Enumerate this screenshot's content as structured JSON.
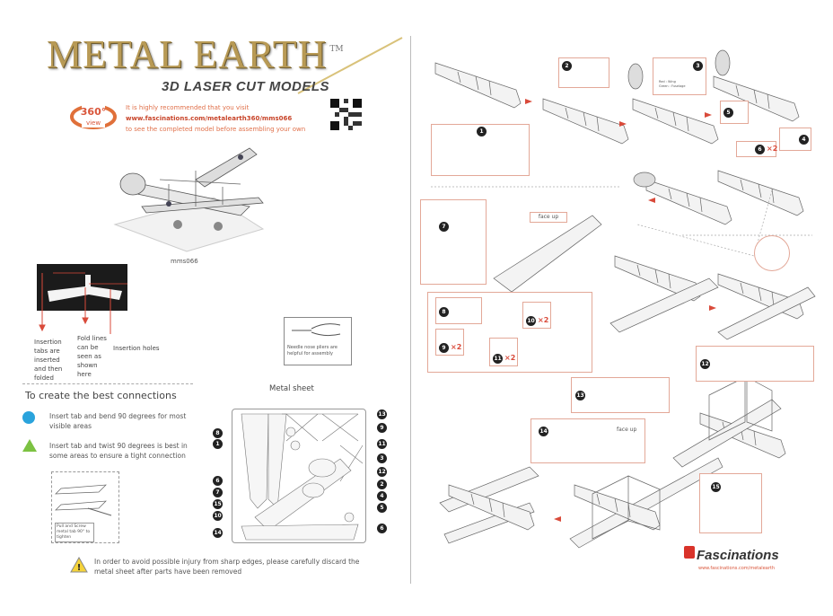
{
  "header": {
    "brand": "METAL EARTH",
    "trademark": "TM",
    "tagline": "3D LASER CUT MODELS",
    "view_badge": "360° view",
    "visit_line1": "It is highly recommended that you visit",
    "visit_url": "www.fascinations.com/metalearth360/mms066",
    "visit_line3": "to see the completed model before assembling your own"
  },
  "model_code": "mms066",
  "tips": {
    "tabs": "Insertion tabs are inserted and then folded",
    "fold": "Fold lines can be seen as shown here",
    "holes": "Insertion holes",
    "pliers": "Needle nose pliers are helpful for assembly"
  },
  "connections": {
    "title": "To create the best connections",
    "blue": "Insert tab and bend 90 degrees for most visible areas",
    "green": "Insert tab and twist 90 degrees is best in some areas to ensure a tight connection",
    "twist_note": "Pull and Screw metal tab 90° to tighten",
    "colors": {
      "blue": "#2aa3dc",
      "green": "#7cc242"
    }
  },
  "metal_sheet": {
    "title": "Metal sheet",
    "left_parts": [
      "8",
      "1",
      "6",
      "7",
      "15",
      "10",
      "14"
    ],
    "right_parts": [
      "13",
      "9",
      "11",
      "3",
      "12",
      "2",
      "4",
      "5",
      "6"
    ]
  },
  "warning": "In order to avoid possible injury from sharp edges, please carefully discard the metal sheet after parts have been removed",
  "steps": {
    "legend_red": "Red : Wing",
    "legend_green": "Green : Fuselage",
    "face_up": "face up",
    "times2": "×2"
  },
  "footer": {
    "brand": "Fascinations",
    "url": "www.fascinations.com/metalearth"
  },
  "accent": "#d94a3a"
}
